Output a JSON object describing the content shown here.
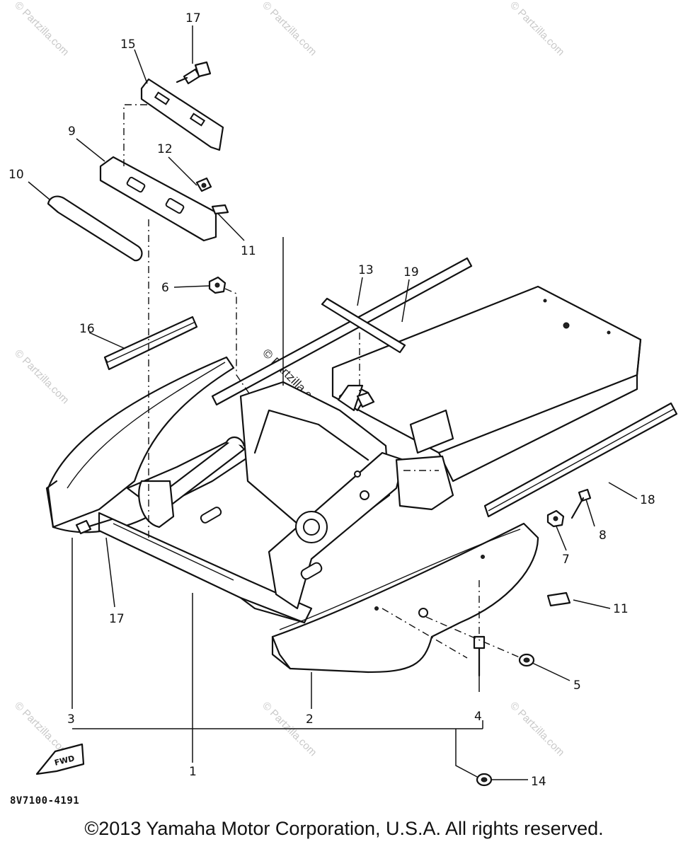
{
  "callouts": [
    "17",
    "15",
    "9",
    "12",
    "10",
    "11",
    "6",
    "13",
    "19",
    "16",
    "18",
    "8",
    "7",
    "17",
    "11",
    "5",
    "2",
    "3",
    "4",
    "1",
    "14"
  ],
  "watermark": "© Partzilla.com",
  "part_code": "8V7100-4191",
  "fwd_label": "FWD",
  "copyright": "©2013 Yamaha Motor Corporation, U.S.A. All rights reserved."
}
